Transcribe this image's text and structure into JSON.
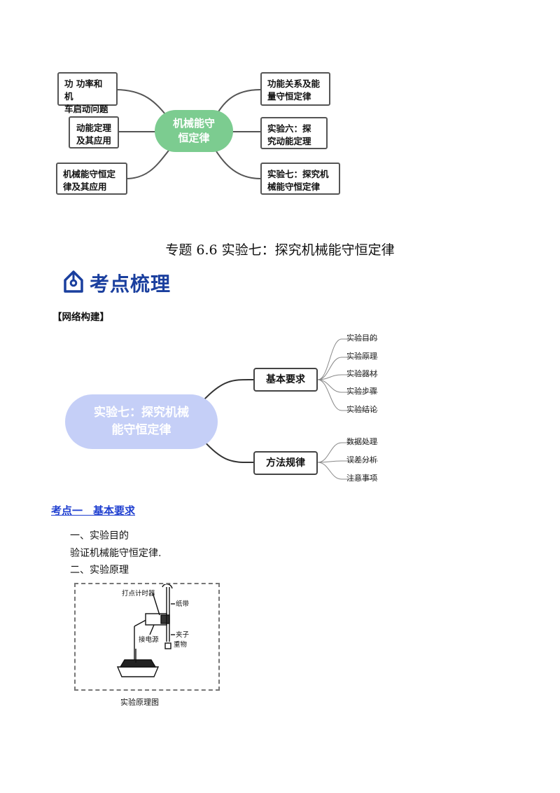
{
  "top_map": {
    "center": [
      "机械能守",
      "恒定律"
    ],
    "left_nodes": [
      [
        "功 功率和机",
        "车启动问题"
      ],
      [
        "动能定理",
        "及其应用"
      ],
      [
        "机械能守恒定",
        "律及其应用"
      ]
    ],
    "right_nodes": [
      [
        "功能关系及能",
        "量守恒定律"
      ],
      [
        "实验六：探",
        "究动能定理"
      ],
      [
        "实验七：探究机",
        "械能守恒定律"
      ]
    ]
  },
  "doc_title": "专题 6.6 实验七：探究机械能守恒定律",
  "section_heading": "考点梳理",
  "network_label": "【网络构建】",
  "mind_map": {
    "center": [
      "实验七：探究机械",
      "能守恒定律"
    ],
    "branch1": {
      "label": "基本要求",
      "leaves": [
        "实验目的",
        "实验原理",
        "实验器材",
        "实验步骤",
        "实验结论"
      ]
    },
    "branch2": {
      "label": "方法规律",
      "leaves": [
        "数据处理",
        "误差分析",
        "注意事项"
      ]
    }
  },
  "kaodian_heading": "考点一　基本要求",
  "body": {
    "line1": "一、实验目的",
    "line2": "验证机械能守恒定律.",
    "line3": "二、实验原理"
  },
  "figure": {
    "labels": {
      "timer": "打点计时器",
      "tape": "纸带",
      "power": "接电源",
      "clamp": "夹子",
      "weight": "重物"
    },
    "caption": "实验原理图"
  },
  "colors": {
    "top_center": "#7ccc90",
    "mm_center": "#c5cff7",
    "heading_blue": "#1a3f9e",
    "kaodian_blue": "#1f3fd0"
  }
}
